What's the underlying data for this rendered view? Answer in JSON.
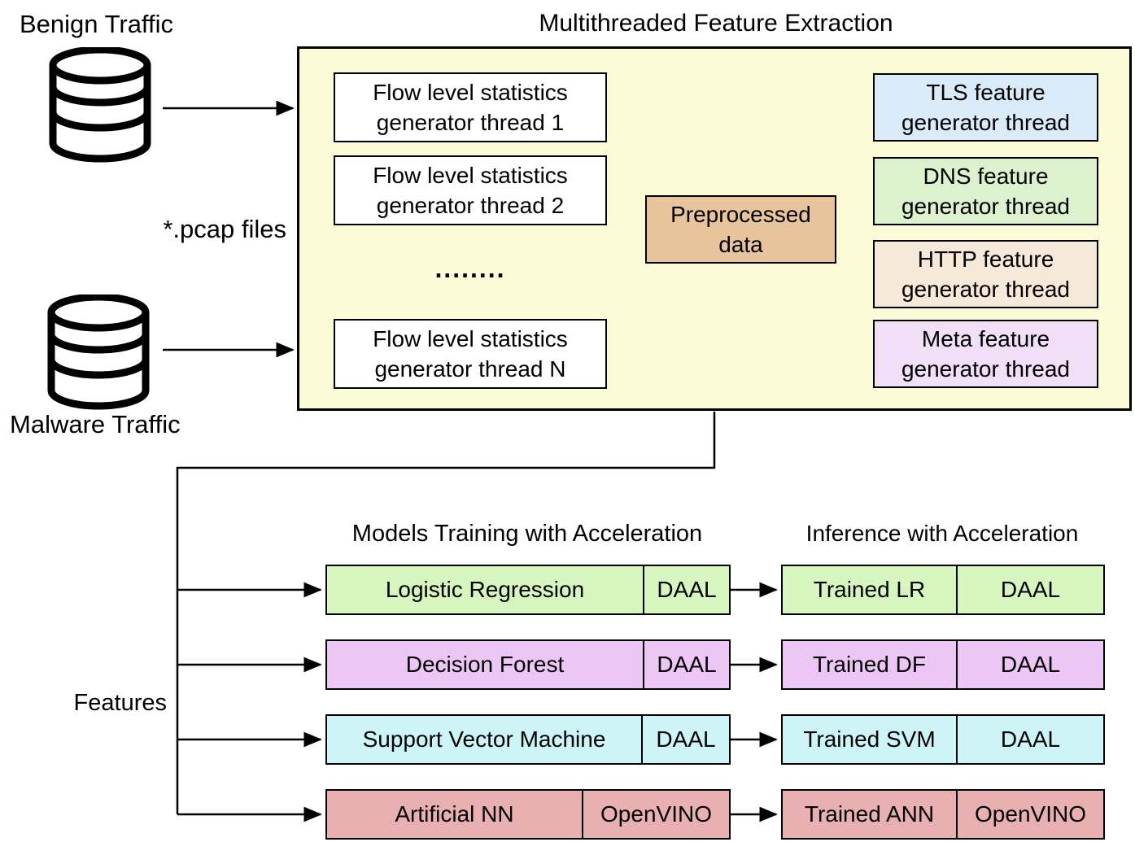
{
  "sources": {
    "benign_label": "Benign Traffic",
    "malware_label": "Malware Traffic",
    "pcap_label": "*.pcap files"
  },
  "extraction": {
    "title": "Multithreaded Feature Extraction",
    "background": "#FBFBD8",
    "flow_threads": [
      {
        "line1": "Flow level statistics",
        "line2": "generator thread 1"
      },
      {
        "line1": "Flow level statistics",
        "line2": "generator thread 2"
      },
      {
        "line1": "Flow level statistics",
        "line2": "generator thread N"
      }
    ],
    "ellipsis": "........",
    "preprocessed": {
      "line1": "Preprocessed",
      "line2": "data",
      "color": "#E8C49C"
    },
    "feature_generators": [
      {
        "line1": "TLS feature",
        "line2": "generator thread",
        "color": "#D9EAF8"
      },
      {
        "line1": "DNS feature",
        "line2": "generator thread",
        "color": "#DCF2CF"
      },
      {
        "line1": "HTTP feature",
        "line2": "generator thread",
        "color": "#F6E9D9"
      },
      {
        "line1": "Meta feature",
        "line2": "generator thread",
        "color": "#F0DFF6"
      }
    ]
  },
  "features_label": "Features",
  "training": {
    "heading": "Models Training with Acceleration",
    "rows": [
      {
        "model": "Logistic Regression",
        "accelerator": "DAAL",
        "color": "#D6F5BF"
      },
      {
        "model": "Decision Forest",
        "accelerator": "DAAL",
        "color": "#ECC7F6"
      },
      {
        "model": "Support Vector Machine",
        "accelerator": "DAAL",
        "color": "#CDF4F6"
      },
      {
        "model": "Artificial NN",
        "accelerator": "OpenVINO",
        "color": "#E8B0B0"
      }
    ]
  },
  "inference": {
    "heading": "Inference with Acceleration",
    "rows": [
      {
        "model": "Trained LR",
        "accelerator": "DAAL",
        "color": "#D6F5BF"
      },
      {
        "model": "Trained DF",
        "accelerator": "DAAL",
        "color": "#ECC7F6"
      },
      {
        "model": "Trained SVM",
        "accelerator": "DAAL",
        "color": "#CDF4F6"
      },
      {
        "model": "Trained ANN",
        "accelerator": "OpenVINO",
        "color": "#E8B0B0"
      }
    ]
  }
}
